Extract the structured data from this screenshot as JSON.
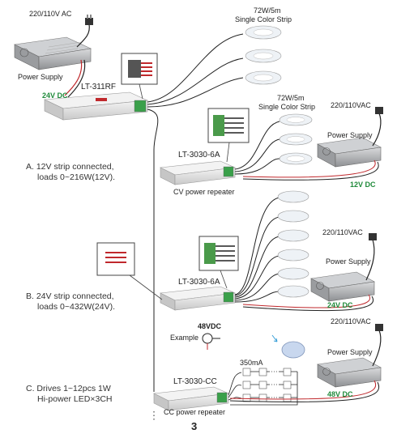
{
  "top": {
    "ac_label": "220/110V AC",
    "power_supply": "Power Supply",
    "voltage": "24V DC",
    "controller": "LT-311RF",
    "strip_title": "72W/5m",
    "strip_subtitle": "Single Color Strip"
  },
  "section_a": {
    "strip_title": "72W/5m",
    "strip_subtitle": "Single Color Strip",
    "ac_label": "220/110VAC",
    "power_supply": "Power Supply",
    "voltage": "12V DC",
    "device": "LT-3030-6A",
    "device_caption": "CV power repeater",
    "note_line1": "A.  12V strip connected,",
    "note_line2": "loads 0~216W(12V)."
  },
  "section_b": {
    "ac_label": "220/110VAC",
    "power_supply": "Power Supply",
    "voltage": "24V DC",
    "device": "LT-3030-6A",
    "note_line1": "B.  24V strip connected,",
    "note_line2": "loads 0~432W(24V)."
  },
  "section_c": {
    "example_voltage": "48VDC",
    "example_label": "Example",
    "current": "350mA",
    "ac_label": "220/110VAC",
    "power_supply": "Power Supply",
    "voltage": "48V DC",
    "device": "LT-3030-CC",
    "device_caption": "CC power repeater",
    "note_line1": "C.  Drives 1~12pcs 1W",
    "note_line2": "Hi-power LED×3CH"
  },
  "page_number": "3",
  "colors": {
    "green": "#1f8a3a",
    "red": "#c0282c",
    "wire": "#222222"
  }
}
